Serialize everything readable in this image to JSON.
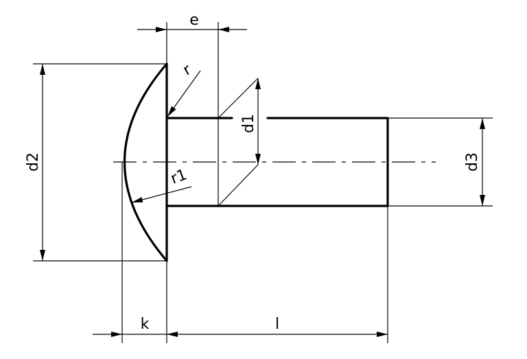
{
  "labels": {
    "e": "e",
    "r": "r",
    "r1": "r1",
    "d1": "d1",
    "d2": "d2",
    "d3": "d3",
    "k": "k",
    "l": "l"
  }
}
